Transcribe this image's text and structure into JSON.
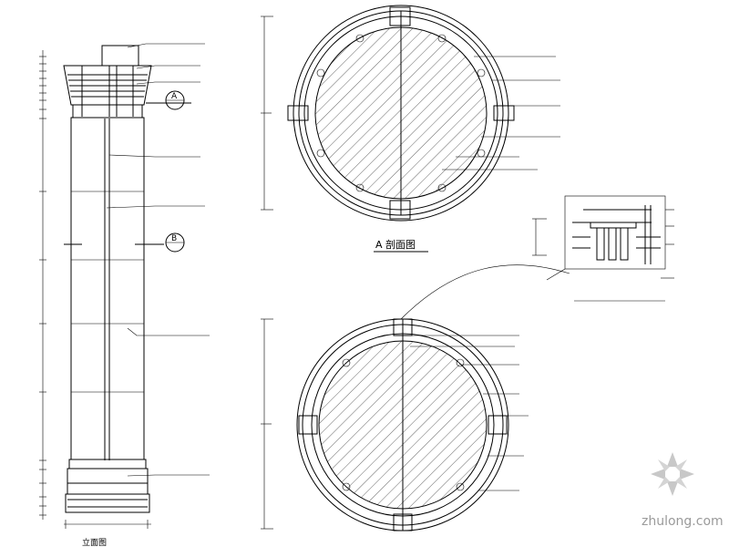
{
  "drawing": {
    "section_a_title": "A 剖面图",
    "section_b_title": "B 剖面图",
    "elevation_title": "立面图",
    "section_tag_a": "A",
    "section_tag_b": "B"
  },
  "watermark": {
    "site": "zhulong.com"
  },
  "colors": {
    "line": "#000000",
    "watermark": "#9a9a9a",
    "background": "#ffffff"
  }
}
